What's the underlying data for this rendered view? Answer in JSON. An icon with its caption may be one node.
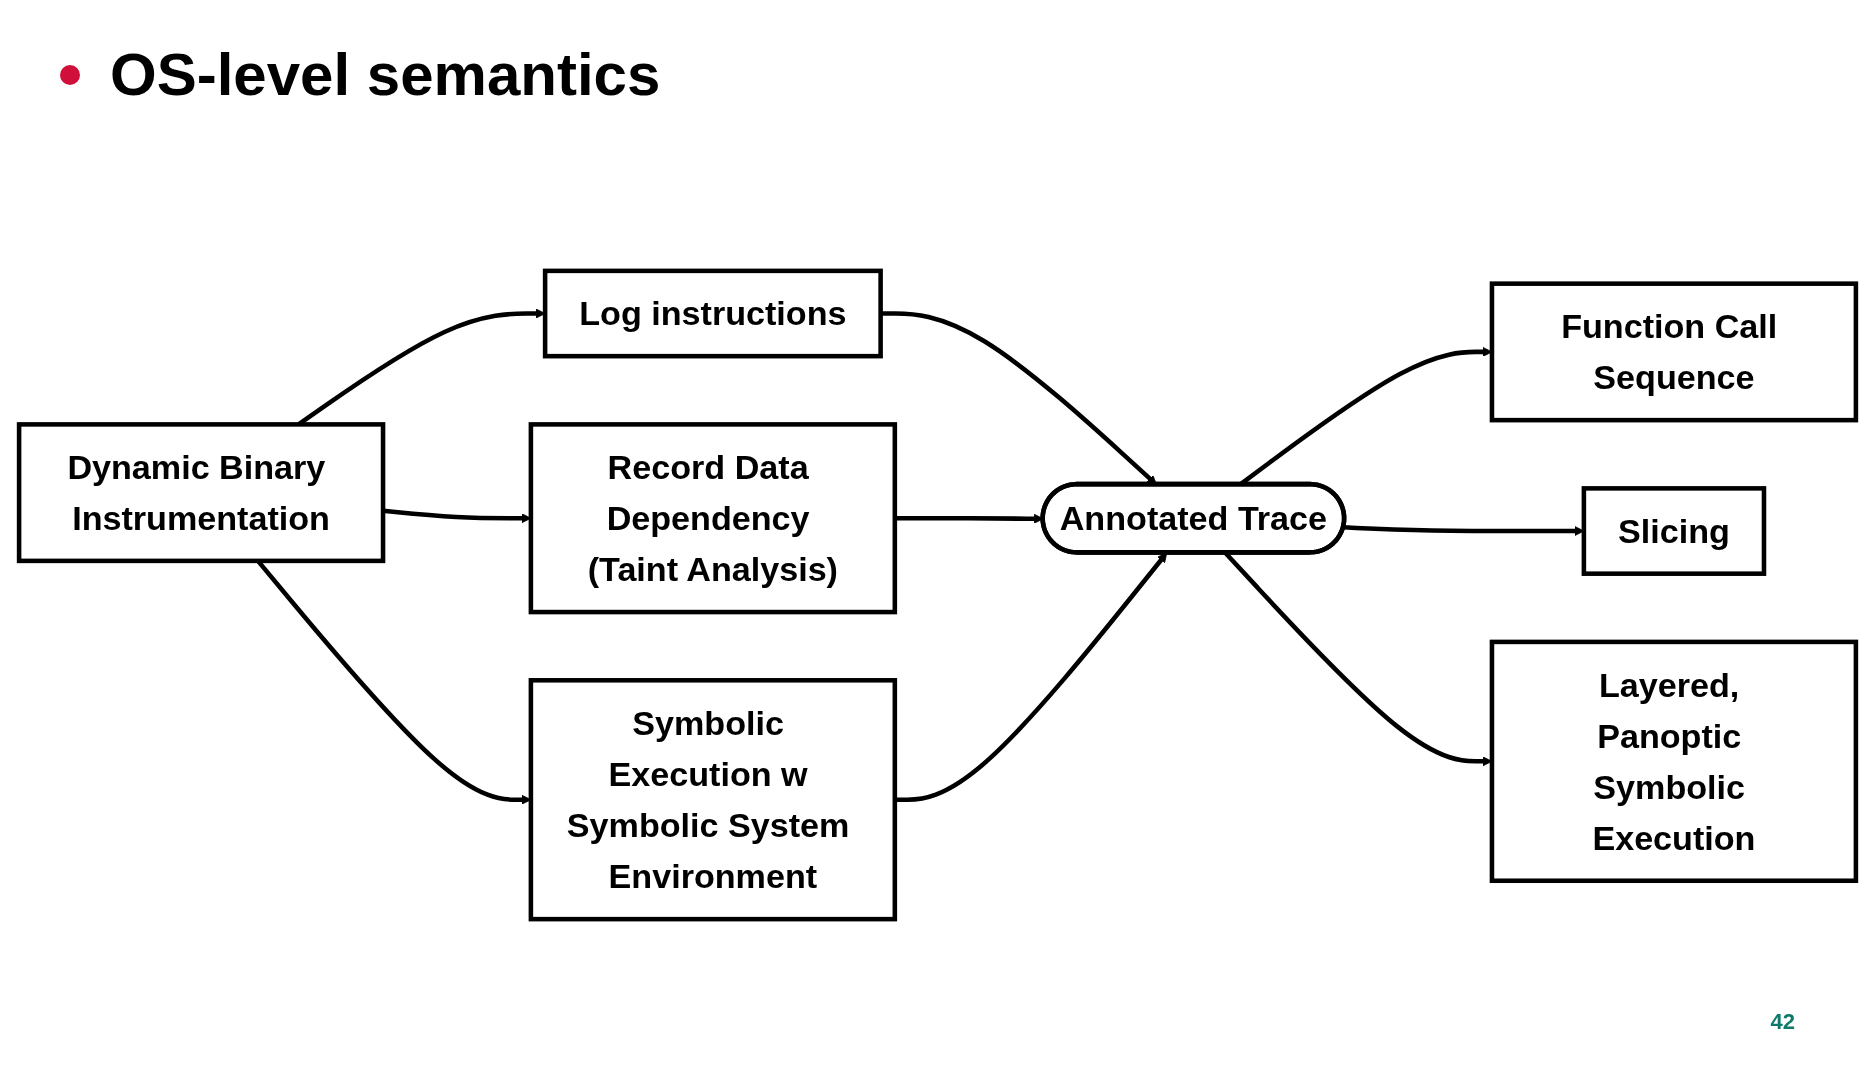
{
  "diagram": {
    "nodes": [
      {
        "text": [
          "Dynamic Binary Instrumentation"
        ]
      },
      {
        "text": [
          "Log instructions"
        ]
      },
      {
        "text": [
          "Record Data Dependency (Taint Analysis)"
        ]
      },
      {
        "text": [
          "Symbolic Execution w Symbolic System Environment"
        ]
      },
      {
        "text": [
          "Annotated Trace"
        ]
      },
      {
        "text": [
          "Function Call Sequence"
        ]
      },
      {
        "text": [
          "Slicing"
        ]
      },
      {
        "text": [
          "Layered, Panoptic Symbolic Execution"
        ]
      }
    ],
    "edges": [
      {
        "from": 0,
        "to": 1,
        "arrow": "to"
      },
      {
        "from": 0,
        "to": 2,
        "arrow": "to"
      },
      {
        "from": 0,
        "to": 3,
        "arrow": "to"
      },
      {
        "from": 1,
        "to": 4,
        "arrow": "to"
      },
      {
        "from": 2,
        "to": 4,
        "arrow": "to"
      },
      {
        "from": 3,
        "to": 4,
        "arrow": "to"
      },
      {
        "from": 4,
        "to": 5,
        "arrow": "to"
      },
      {
        "from": 4,
        "to": 6,
        "arrow": "to"
      },
      {
        "from": 4,
        "to": 7,
        "arrow": "to"
      }
    ],
    "labels": [
      "OS-level semantics",
      "42"
    ]
  }
}
